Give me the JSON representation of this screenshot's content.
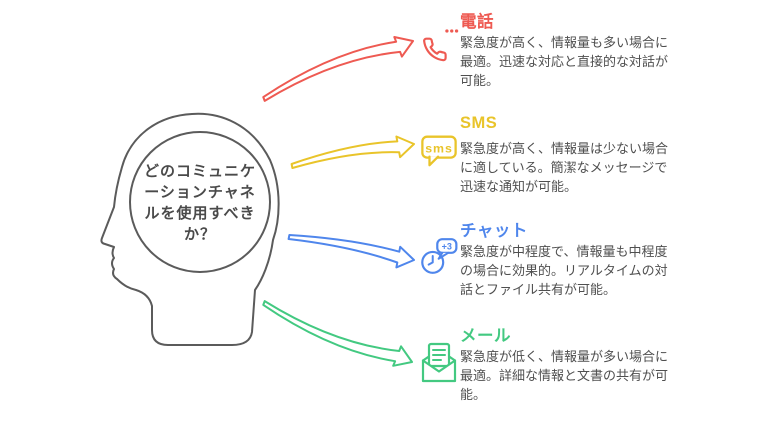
{
  "question": {
    "lines": [
      "どのコミュニケ",
      "ーションチャネ",
      "ルを使用すべき",
      "か？"
    ]
  },
  "channels": [
    {
      "id": "phone",
      "title": "電話",
      "color": "#ee5a52",
      "icon": "phone-icon",
      "desc_lines": [
        "緊急度が高く、情報量も多い場合に",
        "最適。迅速な対応と直接的な対話が",
        "可能。"
      ]
    },
    {
      "id": "sms",
      "title": "SMS",
      "color": "#e9c42a",
      "icon": "sms-icon",
      "desc_lines": [
        "緊急度が高く、情報量は少ない場合",
        "に適している。簡潔なメッセージで",
        "迅速な通知が可能。"
      ]
    },
    {
      "id": "chat",
      "title": "チャット",
      "color": "#4f86ec",
      "icon": "chat-icon",
      "desc_lines": [
        "緊急度が中程度で、情報量も中程度",
        "の場合に効果的。リアルタイムの対",
        "話とファイル共有が可能。"
      ]
    },
    {
      "id": "mail",
      "title": "メール",
      "color": "#43c981",
      "icon": "mail-icon",
      "desc_lines": [
        "緊急度が低く、情報量が多い場合に",
        "最適。詳細な情報と文書の共有が可",
        "能。"
      ]
    }
  ],
  "icon_labels": {
    "sms_bubble_text": "sms",
    "chat_bubble_text": "+3"
  },
  "palette": {
    "background": "#ffffff",
    "head_outline": "#5b5b5b",
    "question_text": "#4a4a4a",
    "body_text": "#4f4f4f"
  }
}
